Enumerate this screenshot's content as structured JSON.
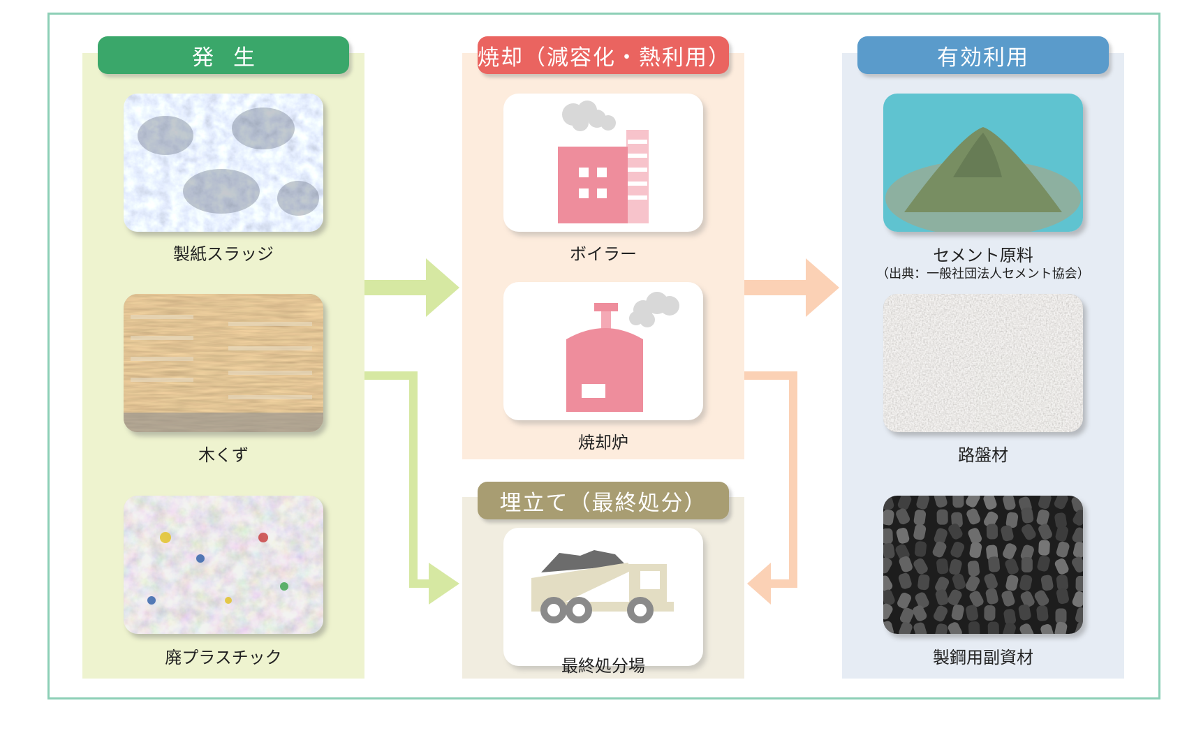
{
  "columns": {
    "generation": {
      "header": "発生",
      "items": [
        {
          "label": "製紙スラッジ"
        },
        {
          "label": "木くず"
        },
        {
          "label": "廃プラスチック"
        }
      ]
    },
    "incineration": {
      "header": "焼却（減容化・熱利用）",
      "items": [
        {
          "label": "ボイラー",
          "icon": "factory-icon"
        },
        {
          "label": "焼却炉",
          "icon": "incinerator-icon"
        }
      ]
    },
    "landfill": {
      "header": "埋立て（最終処分）",
      "items": [
        {
          "label": "最終処分場",
          "icon": "dump-truck-icon"
        }
      ]
    },
    "utilization": {
      "header": "有効利用",
      "items": [
        {
          "label": "セメント原料",
          "source": "（出典：一般社団法人セメント協会）"
        },
        {
          "label": "路盤材"
        },
        {
          "label": "製鋼用副資材"
        }
      ]
    }
  },
  "colors": {
    "frame": "#8ccfb6",
    "generation": "#3aa76a",
    "incineration": "#ea6460",
    "landfill": "#a89d72",
    "utilization": "#5a9bcb",
    "arrow_green": "#d6e8a2",
    "arrow_peach": "#fbd1b5",
    "icon_pink": "#ee8d9c"
  }
}
